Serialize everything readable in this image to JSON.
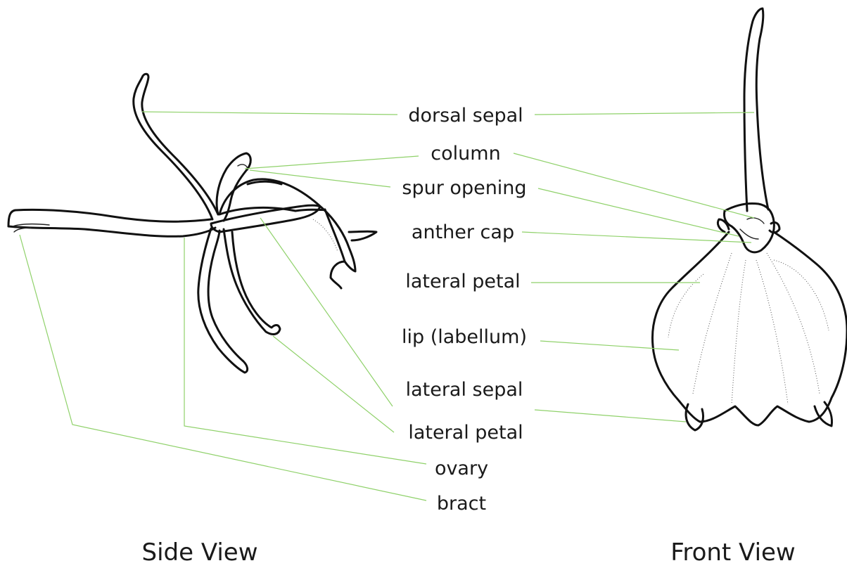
{
  "labels": {
    "dorsal_sepal": "dorsal sepal",
    "column": "column",
    "spur_opening": "spur opening",
    "anther_cap": "anther cap",
    "lateral_petal_front": "lateral petal",
    "lip": "lip (labellum)",
    "lateral_sepal": "lateral sepal",
    "lateral_petal_side": "lateral petal",
    "ovary": "ovary",
    "bract": "bract"
  },
  "views": {
    "side": "Side View",
    "front": "Front View"
  },
  "colors": {
    "leader_line": "#8fd16a",
    "outline": "#111111"
  }
}
